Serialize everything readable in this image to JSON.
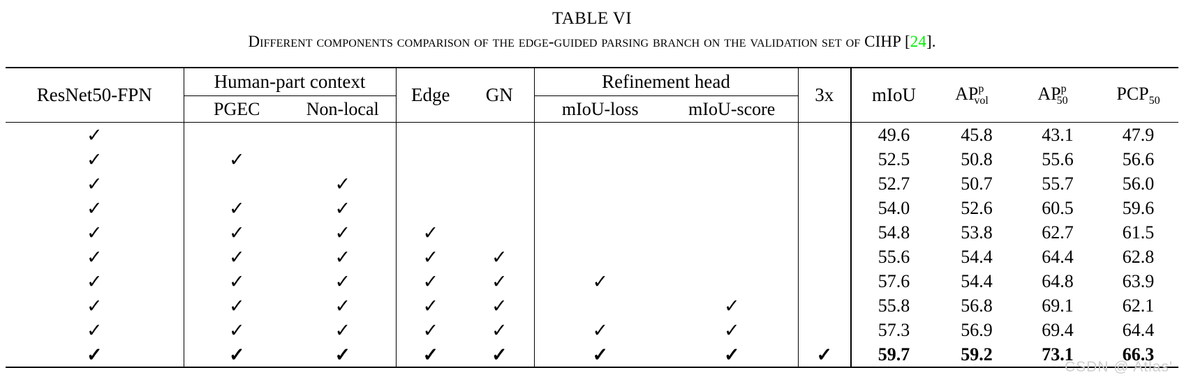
{
  "caption": {
    "table_number": "TABLE VI",
    "text_before_cite": "Different components comparison of the edge-guided parsing branch on the validation set of CIHP ",
    "cite_open": "[",
    "cite_number": "24",
    "cite_close": "].",
    "cite_color": "#00ee00"
  },
  "table": {
    "headers": {
      "resnet": "ResNet50-FPN",
      "human_part_context": "Human-part context",
      "pgec": "PGEC",
      "non_local": "Non-local",
      "edge": "Edge",
      "gn": "GN",
      "refinement_head": "Refinement head",
      "miou_loss": "mIoU-loss",
      "miou_score": "mIoU-score",
      "three_x": "3x",
      "miou": "mIoU",
      "ap_vol_base": "AP",
      "ap_vol_sup": "p",
      "ap_vol_sub": "vol",
      "ap50_base": "AP",
      "ap50_sup": "p",
      "ap50_sub": "50",
      "pcp_base": "PCP",
      "pcp_sub": "50"
    },
    "check_glyph": "✓",
    "rows": [
      {
        "resnet": true,
        "pgec": false,
        "non_local": false,
        "edge": false,
        "gn": false,
        "miou_loss": false,
        "miou_score": false,
        "three_x": false,
        "miou": "49.6",
        "ap_vol": "45.8",
        "ap50": "43.1",
        "pcp50": "47.9",
        "bold": false
      },
      {
        "resnet": true,
        "pgec": true,
        "non_local": false,
        "edge": false,
        "gn": false,
        "miou_loss": false,
        "miou_score": false,
        "three_x": false,
        "miou": "52.5",
        "ap_vol": "50.8",
        "ap50": "55.6",
        "pcp50": "56.6",
        "bold": false
      },
      {
        "resnet": true,
        "pgec": false,
        "non_local": true,
        "edge": false,
        "gn": false,
        "miou_loss": false,
        "miou_score": false,
        "three_x": false,
        "miou": "52.7",
        "ap_vol": "50.7",
        "ap50": "55.7",
        "pcp50": "56.0",
        "bold": false
      },
      {
        "resnet": true,
        "pgec": true,
        "non_local": true,
        "edge": false,
        "gn": false,
        "miou_loss": false,
        "miou_score": false,
        "three_x": false,
        "miou": "54.0",
        "ap_vol": "52.6",
        "ap50": "60.5",
        "pcp50": "59.6",
        "bold": false
      },
      {
        "resnet": true,
        "pgec": true,
        "non_local": true,
        "edge": true,
        "gn": false,
        "miou_loss": false,
        "miou_score": false,
        "three_x": false,
        "miou": "54.8",
        "ap_vol": "53.8",
        "ap50": "62.7",
        "pcp50": "61.5",
        "bold": false
      },
      {
        "resnet": true,
        "pgec": true,
        "non_local": true,
        "edge": true,
        "gn": true,
        "miou_loss": false,
        "miou_score": false,
        "three_x": false,
        "miou": "55.6",
        "ap_vol": "54.4",
        "ap50": "64.4",
        "pcp50": "62.8",
        "bold": false
      },
      {
        "resnet": true,
        "pgec": true,
        "non_local": true,
        "edge": true,
        "gn": true,
        "miou_loss": true,
        "miou_score": false,
        "three_x": false,
        "miou": "57.6",
        "ap_vol": "54.4",
        "ap50": "64.8",
        "pcp50": "63.9",
        "bold": false
      },
      {
        "resnet": true,
        "pgec": true,
        "non_local": true,
        "edge": true,
        "gn": true,
        "miou_loss": false,
        "miou_score": true,
        "three_x": false,
        "miou": "55.8",
        "ap_vol": "56.8",
        "ap50": "69.1",
        "pcp50": "62.1",
        "bold": false
      },
      {
        "resnet": true,
        "pgec": true,
        "non_local": true,
        "edge": true,
        "gn": true,
        "miou_loss": true,
        "miou_score": true,
        "three_x": false,
        "miou": "57.3",
        "ap_vol": "56.9",
        "ap50": "69.4",
        "pcp50": "64.4",
        "bold": false
      },
      {
        "resnet": true,
        "pgec": true,
        "non_local": true,
        "edge": true,
        "gn": true,
        "miou_loss": true,
        "miou_score": true,
        "three_x": true,
        "miou": "59.7",
        "ap_vol": "59.2",
        "ap50": "73.1",
        "pcp50": "66.3",
        "bold": true
      }
    ]
  },
  "watermark": {
    "text": "CSDN @ Atlas'"
  }
}
